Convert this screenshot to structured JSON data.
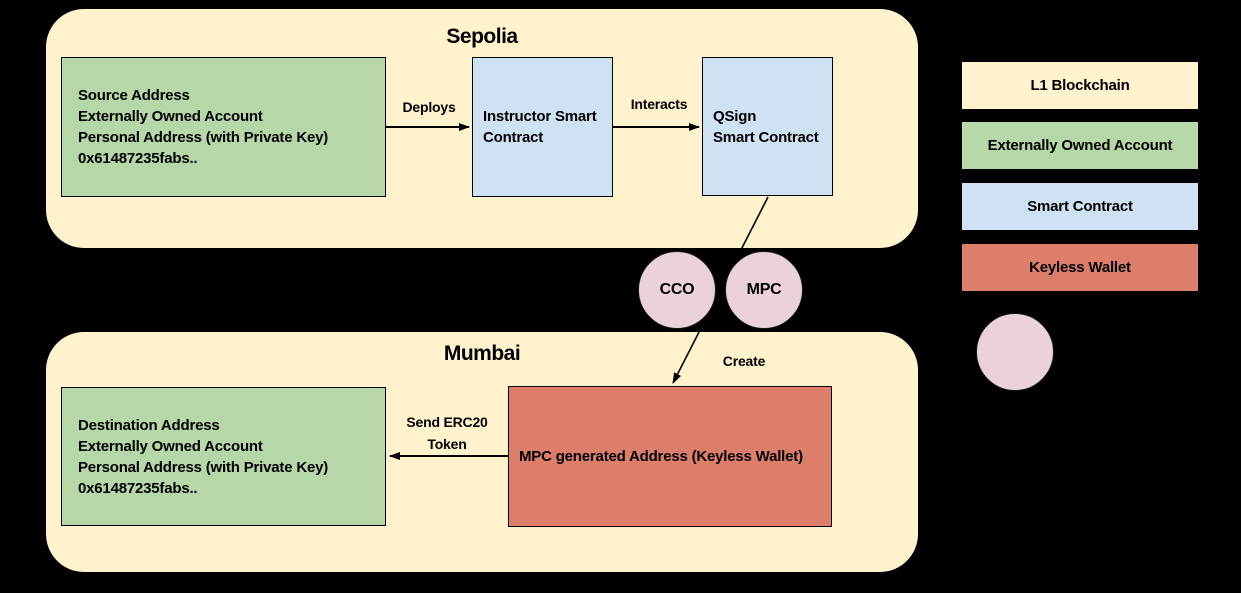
{
  "canvas": {
    "background": "#000000"
  },
  "colors": {
    "l1_blockchain": "#FFF2CC",
    "externally_owned_account": "#B6D7A8",
    "smart_contract": "#CFE2F3",
    "keyless_wallet": "#DD7E6B",
    "mpc_circle": "#EAD1DC",
    "connector": "#000000",
    "text": "#000000"
  },
  "sepolia": {
    "title": "Sepolia",
    "source_node": {
      "lines": [
        "Source Address",
        "Externally Owned Account",
        "Personal Address (with Private Key)",
        "0x61487235fabs.."
      ]
    },
    "instructor_node": {
      "lines": [
        "Instructor Smart",
        "Contract"
      ]
    },
    "qsign_node": {
      "lines": [
        "QSign",
        "Smart Contract"
      ]
    }
  },
  "mumbai": {
    "title": "Mumbai",
    "destination_node": {
      "lines": [
        "Destination Address",
        "Externally Owned Account",
        "Personal Address (with Private Key)",
        "0x61487235fabs.."
      ]
    },
    "wallet_node": {
      "label": "MPC generated Address (Keyless Wallet)"
    }
  },
  "connectors": {
    "deploys_label": "Deploys",
    "interacts_label": "Interacts",
    "create_label": "Create",
    "send_erc20_line1": "Send ERC20",
    "send_erc20_line2": "Token"
  },
  "circles": {
    "cco_label": "CCO",
    "mpc_label": "MPC"
  },
  "legend": {
    "items": [
      {
        "label": "L1 Blockchain",
        "color": "#FFF2CC"
      },
      {
        "label": "Externally Owned Account",
        "color": "#B6D7A8"
      },
      {
        "label": "Smart Contract",
        "color": "#CFE2F3"
      },
      {
        "label": "Keyless Wallet",
        "color": "#DD7E6B"
      }
    ],
    "circle_color": "#EAD1DC"
  }
}
